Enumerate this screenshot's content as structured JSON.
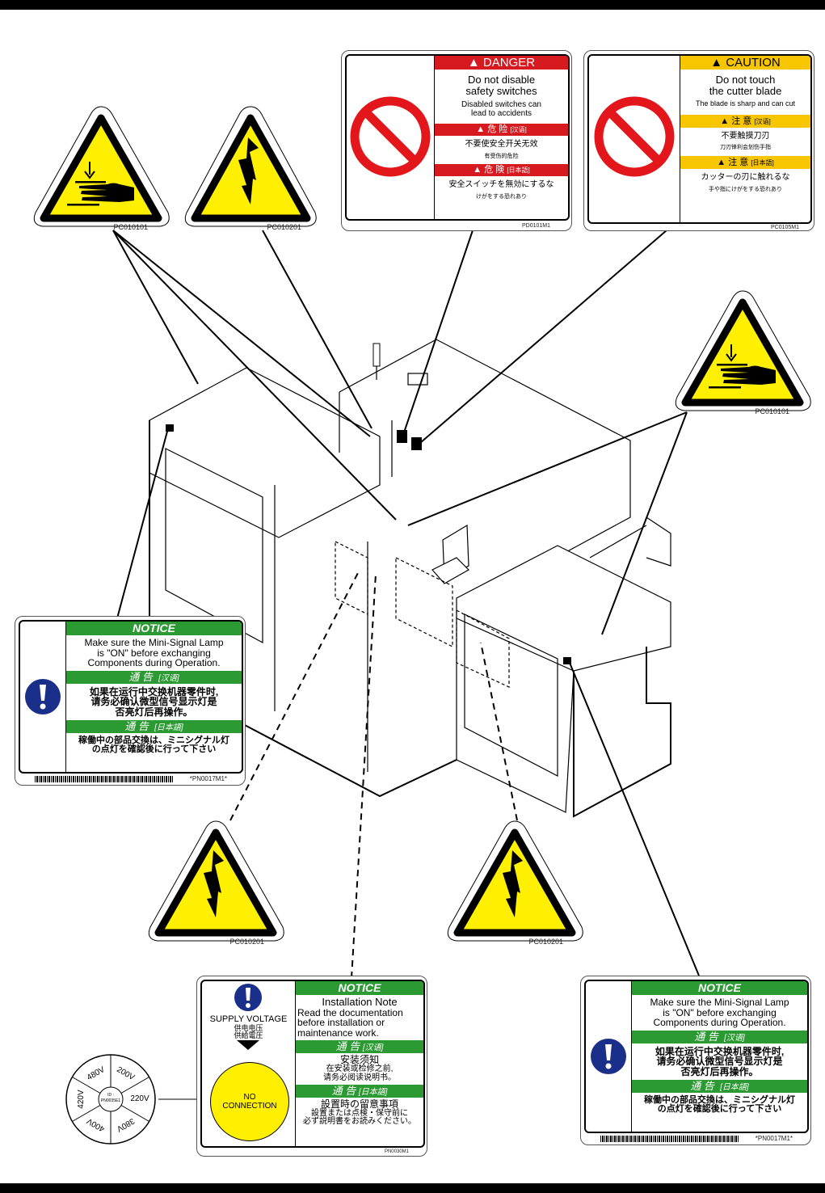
{
  "danger_label": {
    "header": "DANGER",
    "title_lines": [
      "Do not disable",
      "safety switches"
    ],
    "subtitle_lines": [
      "Disabled switches can",
      "lead to accidents"
    ],
    "cn_header": "危 险",
    "cn_tag": "[汉语]",
    "cn_title": "不要使安全开关无效",
    "cn_sub": "有受伤的危险",
    "jp_header": "危 険",
    "jp_tag": "[日本語]",
    "jp_title": "安全スイッチを無効にするな",
    "jp_sub": "けがをする恐れあり",
    "code": "PD0101M1",
    "color": "#d71920"
  },
  "caution_label": {
    "header": "CAUTION",
    "title_lines": [
      "Do not touch",
      "the cutter blade"
    ],
    "subtitle": "The blade is sharp and can cut",
    "cn_header": "注 意",
    "cn_tag": "[汉语]",
    "cn_title": "不要触摸刀刃",
    "cn_sub": "刀刃锋利会划伤手指",
    "jp_header": "注 意",
    "jp_tag": "[日本語]",
    "jp_title": "カッターの刃に触れるな",
    "jp_sub": "手や指にけがをする恐れあり",
    "code": "PC0105M1",
    "color": "#f7c600"
  },
  "notice_lamp_label": {
    "header": "NOTICE",
    "en_lines": [
      "Make sure the Mini-Signal Lamp",
      "is \"ON\" before exchanging",
      "Components during Operation."
    ],
    "cn_header": "通 告",
    "cn_tag": "[汉语]",
    "cn_lines": [
      "如果在运行中交换机器零件时,",
      "请务必确认微型信号显示灯是",
      "否亮灯后再操作。"
    ],
    "jp_header": "通 告",
    "jp_tag": "[日本語]",
    "jp_lines": [
      "稼働中の部品交換は、ミニシグナル灯",
      "の点灯を確認後に行って下さい"
    ],
    "code": "*PN0017M1*",
    "color": "#2c9a33"
  },
  "notice_install_label": {
    "header": "NOTICE",
    "title": "Installation Note",
    "en_lines": [
      "Read the documentation",
      "before installation or",
      "maintenance work."
    ],
    "cn_header": "通 告",
    "cn_tag": "[汉语]",
    "cn_lines": [
      "安装须知",
      "在安装或检修之前,",
      "请务必阅读说明书。"
    ],
    "jp_header": "通 告",
    "jp_tag": "[日本語]",
    "jp_lines": [
      "設置時の留意事項",
      "設置または点検・保守前に",
      "必ず説明書をお読みください。"
    ],
    "supply_lines": [
      "SUPPLY VOLTAGE",
      "供电电压",
      "供給電圧"
    ],
    "no_connection": [
      "NO",
      "CONNECTION"
    ],
    "code": "PN0030M1"
  },
  "voltage_wheel": {
    "options": [
      "200V",
      "220V",
      "380V",
      "400V",
      "420V",
      "480V"
    ],
    "center_lines": [
      "ID :",
      "PN0035E1"
    ]
  },
  "triangle_codes": {
    "pinch_left": "PC010101",
    "shock_top": "PC010201",
    "pinch_right": "PC010101",
    "shock_bottom_left": "PC010201",
    "shock_bottom_right": "PC010201"
  },
  "colors": {
    "warning_yellow": "#ffef00",
    "notice_blue": "#1a2f8a",
    "prohibit_red": "#e3161b"
  }
}
